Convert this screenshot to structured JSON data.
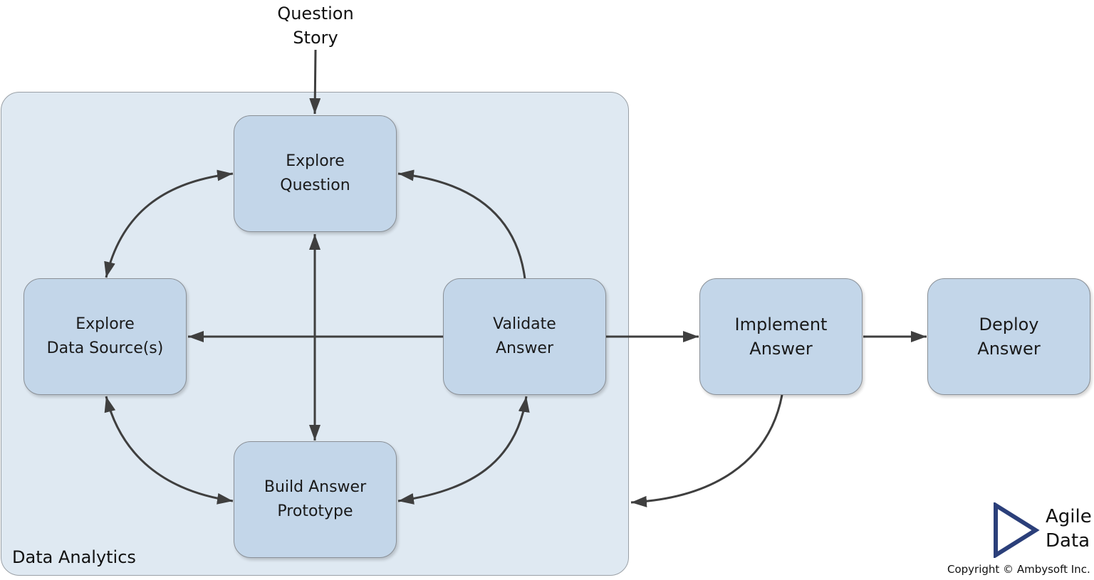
{
  "top_input": {
    "line1": "Question",
    "line2": "Story"
  },
  "container": {
    "label": "Data Analytics"
  },
  "nodes": {
    "explore_question": {
      "line1": "Explore",
      "line2": "Question"
    },
    "explore_data_sources": {
      "line1": "Explore",
      "line2": "Data Source(s)"
    },
    "validate_answer": {
      "line1": "Validate",
      "line2": "Answer"
    },
    "build_answer_prototype": {
      "line1": "Build Answer",
      "line2": "Prototype"
    },
    "implement_answer": {
      "line1": "Implement",
      "line2": "Answer"
    },
    "deploy_answer": {
      "line1": "Deploy",
      "line2": "Answer"
    }
  },
  "logo": {
    "line1": "Agile",
    "line2": "Data",
    "icon": "triangle-play-icon",
    "color": "#2b3f7a"
  },
  "copyright": "Copyright © Ambysoft Inc.",
  "colors": {
    "container_fill": "#dfe9f2",
    "node_fill": "#c3d6e9",
    "arrow": "#3f3f3f"
  }
}
